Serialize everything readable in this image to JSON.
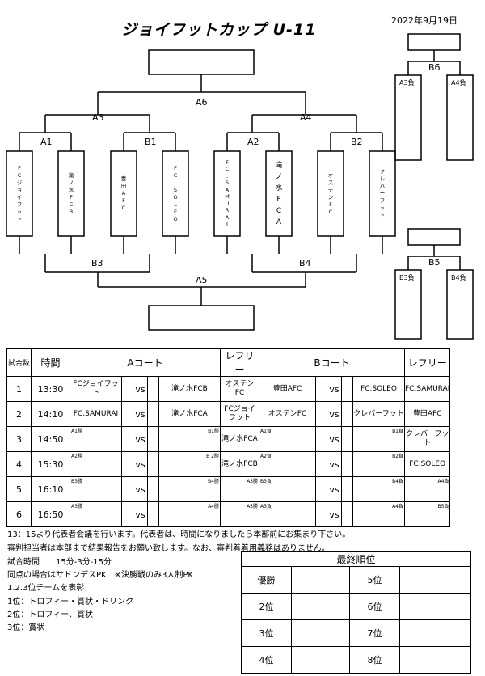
{
  "header": {
    "title": "ジョイフットカップ U-11",
    "date": "2022年9月19日"
  },
  "bracket": {
    "match_labels": {
      "A6": "A6",
      "A3": "A3",
      "A4": "A4",
      "A1": "A1",
      "B1": "B1",
      "A2": "A2",
      "B2": "B2",
      "B3": "B3",
      "B4": "B4",
      "A5": "A5",
      "B6": "B6",
      "B5": "B5"
    },
    "teams": [
      "FCジョイフット",
      "滝ノ水FCB",
      "豊田AFC",
      "FC.SOLEO",
      "FC.SAMURAI",
      "滝ノ水FCA",
      "オステンFC",
      "クレバーフット"
    ],
    "side_labels": {
      "b6_left": "A3負",
      "b6_right": "A4負",
      "b5_left": "B3負",
      "b5_right": "B4負"
    }
  },
  "schedule": {
    "headers": {
      "match_no": "試合数",
      "time": "時間",
      "a_court": "Aコート",
      "referee_a": "レフリー",
      "b_court": "Bコート",
      "referee_b": "レフリー"
    },
    "vs": "vs",
    "rows": [
      {
        "no": "1",
        "time": "13:30",
        "a_home": "FCジョイフット",
        "a_away": "滝ノ水FCB",
        "ref_a": "オステンFC",
        "b_home": "豊田AFC",
        "b_away": "FC.SOLEO",
        "ref_b": "FC.SAMURAI"
      },
      {
        "no": "2",
        "time": "14:10",
        "a_home": "FC.SAMURAI",
        "a_away": "滝ノ水FCA",
        "ref_a": "FCジョイフット",
        "b_home": "オステンFC",
        "b_away": "クレバーフット",
        "ref_b": "豊田AFC"
      },
      {
        "no": "3",
        "time": "14:50",
        "a_home": "A1勝",
        "a_away": "B1勝",
        "ref_a": "滝ノ水FCA",
        "b_home": "A1負",
        "b_away": "B1負",
        "ref_b": "クレバーフット"
      },
      {
        "no": "4",
        "time": "15:30",
        "a_home": "A2勝",
        "a_away": "B 2勝",
        "ref_a": "滝ノ水FCB",
        "b_home": "A2負",
        "b_away": "B2負",
        "ref_b": "FC.SOLEO"
      },
      {
        "no": "5",
        "time": "16:10",
        "a_home": "B3勝",
        "a_away": "B4勝",
        "ref_a": "A3勝",
        "b_home": "B3負",
        "b_away": "B4負",
        "ref_b": "A4負"
      },
      {
        "no": "6",
        "time": "16:50",
        "a_home": "A3勝",
        "a_away": "A4勝",
        "ref_a": "A5勝",
        "b_home": "A3負",
        "b_away": "A4負",
        "ref_b": "B5負"
      }
    ]
  },
  "notes": [
    "13：15より代表者会議を行います。代表者は、時間になりましたら本部前にお集まり下さい。",
    "審判担当者は本部まで結果報告をお願い致します。なお、審判着着用義務はありません。",
    "試合時間　　15分-3分-15分",
    "同点の場合はサドンデスPK　※決勝戦のみ3人制PK",
    "1.2.3位チームを表彰",
    "1位：トロフィー・賞状・ドリンク",
    "2位：トロフィー、賞状",
    "3位：賞状"
  ],
  "ranking": {
    "title": "最終順位",
    "places": [
      "優勝",
      "2位",
      "3位",
      "4位",
      "5位",
      "6位",
      "7位",
      "8位"
    ]
  }
}
